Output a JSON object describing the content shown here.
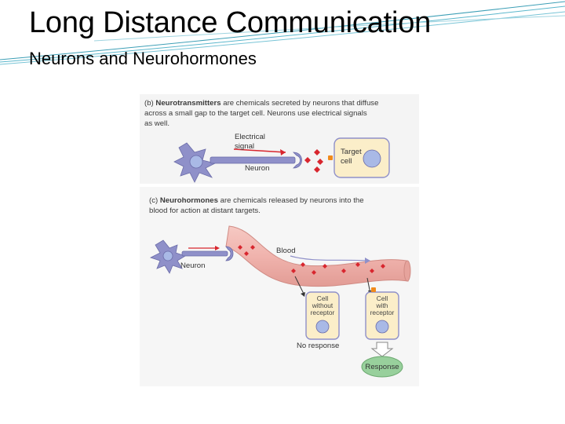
{
  "slide": {
    "title": "Long Distance Communication",
    "subtitle": "Neurons and Neurohormones"
  },
  "panel_b": {
    "caption_prefix": "(b) ",
    "caption_bold": "Neurotransmitters",
    "caption_line1_rest": " are chemicals secreted by neurons that diffuse",
    "caption_line2": "across a small gap to the target cell. Neurons use electrical signals",
    "caption_line3": "as well.",
    "electrical_signal_line1": "Electrical",
    "electrical_signal_line2": "signal",
    "neuron_label": "Neuron",
    "target_cell_line1": "Target",
    "target_cell_line2": "cell"
  },
  "panel_c": {
    "caption_prefix": "(c) ",
    "caption_bold": "Neurohormones",
    "caption_line1_rest": " are chemicals released by neurons into the",
    "caption_line2": "blood for action at distant targets.",
    "neuron_label": "Neuron",
    "blood_label": "Blood",
    "cell_without_line1": "Cell",
    "cell_without_line2": "without",
    "cell_without_line3": "receptor",
    "cell_with_line1": "Cell",
    "cell_with_line2": "with",
    "cell_with_line3": "receptor",
    "no_response_label": "No response",
    "response_label": "Response"
  },
  "colors": {
    "neuron": "#8f90c9",
    "blood_vessel": "#f0b3ad",
    "cell_fill": "#fbeec9",
    "cell_border": "#8f90c9",
    "signal": "#d8262e",
    "receptor": "#f08a1c",
    "response": "#98d09c"
  }
}
